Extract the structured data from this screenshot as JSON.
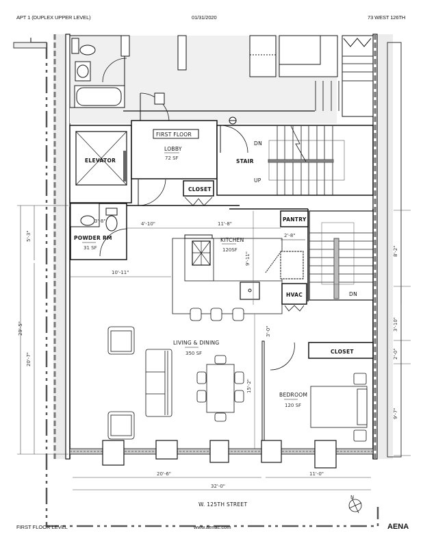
{
  "header": {
    "left": "APT 1 (DUPLEX UPPER LEVEL)",
    "center": "01/31/2020",
    "right": "73 WEST 126TH"
  },
  "footer": {
    "left": "FIRST FLOOR LEVEL",
    "center": "www.aenac.com",
    "right": "AENA"
  },
  "rooms": {
    "first_floor_tag": "FIRST FLOOR",
    "lobby": {
      "name": "LOBBY",
      "area": "72 SF"
    },
    "elevator": {
      "name": "ELEVATOR"
    },
    "stair": {
      "name": "STAIR",
      "dn": "DN",
      "up": "UP"
    },
    "closet_lobby": {
      "name": "CLOSET"
    },
    "powder": {
      "name": "POWDER RM",
      "area": "31 SF"
    },
    "kitchen": {
      "name": "KITCHEN",
      "area": "120SF"
    },
    "pantry": {
      "name": "PANTRY"
    },
    "hvac": {
      "name": "HVAC"
    },
    "stair2": {
      "dn": "DN"
    },
    "living": {
      "name": "LIVING & DINING",
      "area": "350 SF"
    },
    "closet_bed": {
      "name": "CLOSET"
    },
    "bedroom": {
      "name": "BEDROOM",
      "area": "120 SF"
    }
  },
  "dimensions": {
    "left_total": "29'-5\"",
    "left_upper": "5'-3\"",
    "left_lower": "20'-7\"",
    "powder_width": "3'-8\"",
    "corridor": "4'-10\"",
    "kitchen_width": "11'-8\"",
    "kitchen_depth": "9'-11\"",
    "pantry_width": "2'-8\"",
    "living_width": "10'-11\"",
    "living_gap": "3'-0\"",
    "dining_depth": "15'-2\"",
    "right_1": "8'-2\"",
    "right_2": "3'-10\"",
    "right_3": "2'-0\"",
    "right_4": "9'-7\"",
    "bottom_left": "20'-6\"",
    "bottom_right": "11'-0\"",
    "bottom_total": "32'-0\""
  },
  "street": "W. 125TH STREET",
  "north_arrow": "N"
}
